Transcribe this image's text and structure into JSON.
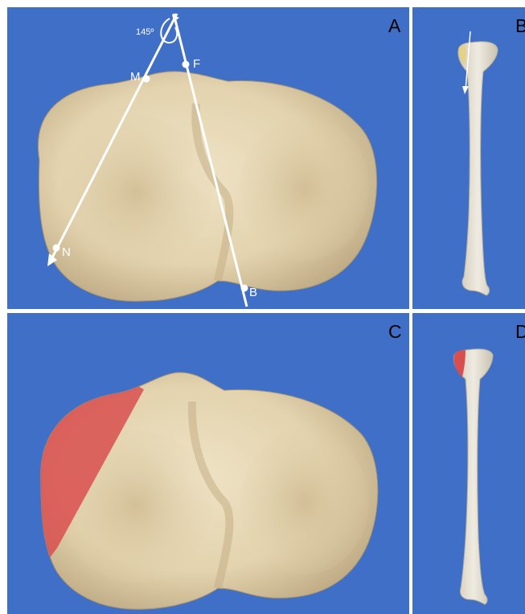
{
  "panels": {
    "a": {
      "letter": "A",
      "angle_label": "145º",
      "points": {
        "m": "M",
        "f": "F",
        "n": "N",
        "b": "B"
      }
    },
    "b": {
      "letter": "B"
    },
    "c": {
      "letter": "C"
    },
    "d": {
      "letter": "D"
    }
  },
  "colors": {
    "background_blue": "#3f6fc6",
    "bone": "#e6d7b6",
    "highlight_red": "#d94f4f",
    "line_white": "#ffffff"
  },
  "icons": {
    "axis_arrow": "arrowhead",
    "angle_marker": "circular-arc-arrow"
  }
}
